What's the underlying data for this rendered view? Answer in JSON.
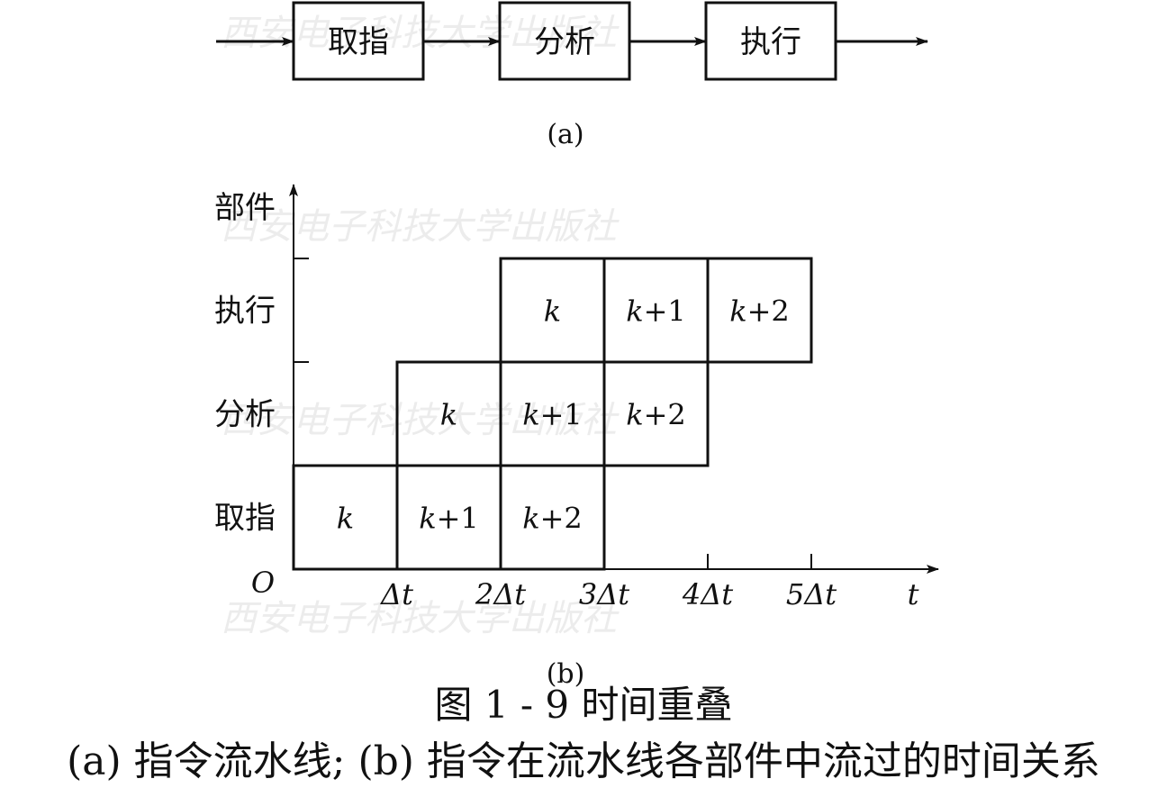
{
  "pipeline": {
    "stages": [
      "取指",
      "分析",
      "执行"
    ],
    "label": "(a)"
  },
  "diagram": {
    "y_axis_label": "部件",
    "x_axis_label": "t",
    "origin_label": "O",
    "rows": [
      "取指",
      "分析",
      "执行"
    ],
    "x_ticks": [
      "Δt",
      "2Δt",
      "3Δt",
      "4Δt",
      "5Δt"
    ],
    "cells": [
      {
        "row": 0,
        "slot": 0,
        "label": "k"
      },
      {
        "row": 0,
        "slot": 1,
        "label": "k+1"
      },
      {
        "row": 0,
        "slot": 2,
        "label": "k+2"
      },
      {
        "row": 1,
        "slot": 1,
        "label": "k"
      },
      {
        "row": 1,
        "slot": 2,
        "label": "k+1"
      },
      {
        "row": 1,
        "slot": 3,
        "label": "k+2"
      },
      {
        "row": 2,
        "slot": 2,
        "label": "k"
      },
      {
        "row": 2,
        "slot": 3,
        "label": "k+1"
      },
      {
        "row": 2,
        "slot": 4,
        "label": "k+2"
      }
    ],
    "label": "(b)"
  },
  "caption": {
    "title": "图 1 - 9  时间重叠",
    "subtitle": "(a) 指令流水线; (b) 指令在流水线各部件中流过的时间关系"
  },
  "watermark": "西安电子科技大学出版社"
}
